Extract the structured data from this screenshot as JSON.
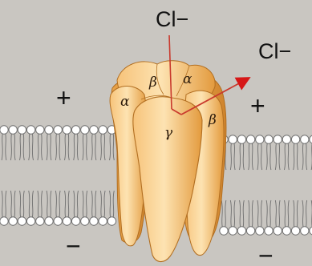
{
  "ions": {
    "top": "Cl−",
    "right": "Cl−"
  },
  "charges": {
    "outer_left": "+",
    "outer_right": "+",
    "inner_left": "−",
    "inner_right": "−"
  },
  "subunits": {
    "top_left": "β",
    "top_right": "α",
    "front_left": "α",
    "center": "γ",
    "front_right": "β"
  },
  "colors": {
    "background": "#c9c6c1",
    "lipid_head": "#ffffff",
    "lipid_outline": "#6f6f6f",
    "protein_light": "#fbd596",
    "protein_dark": "#e39a3d",
    "protein_outline": "#b26f22",
    "ion_arrow": "#d61717",
    "ion_path": "#c9392d"
  }
}
